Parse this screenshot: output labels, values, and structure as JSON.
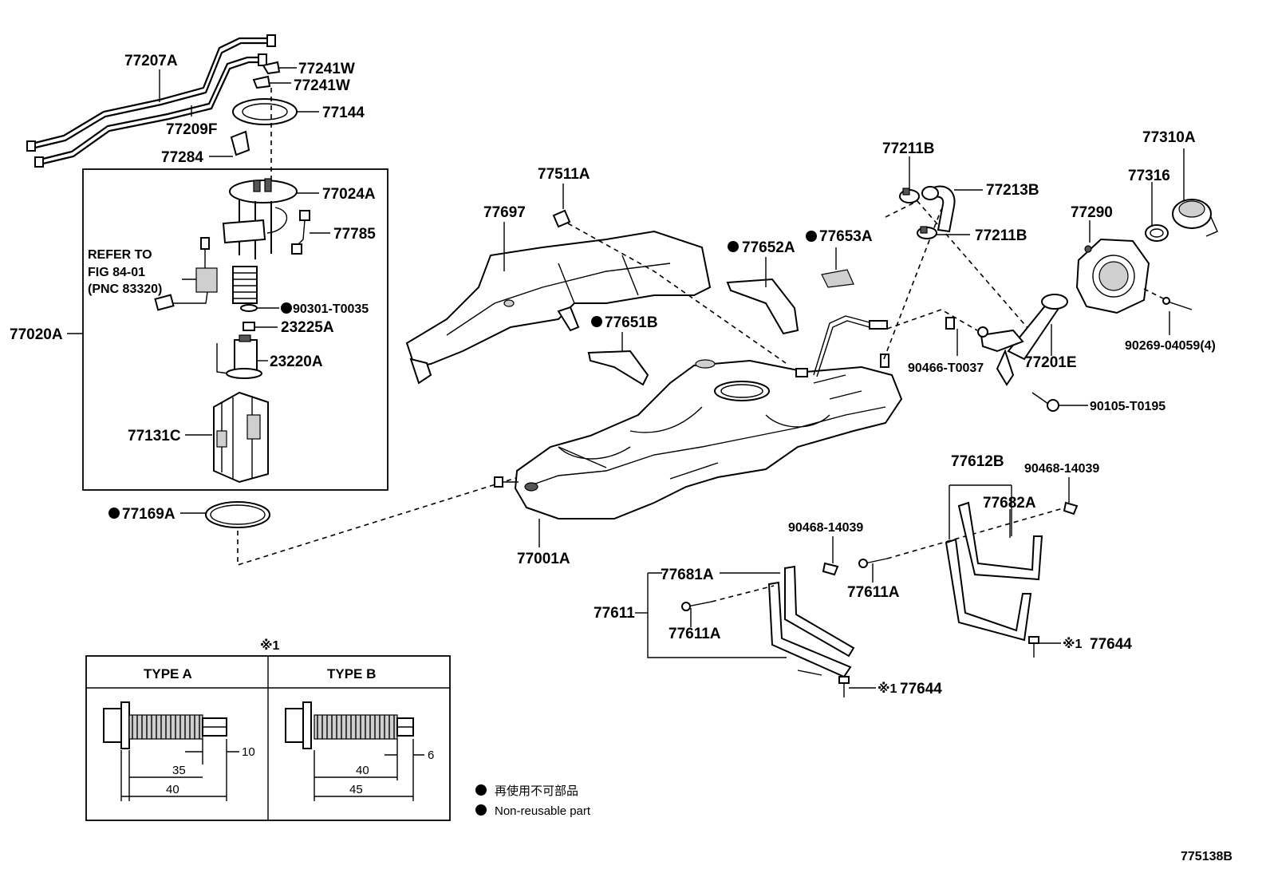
{
  "parts": {
    "p77207A": "77207A",
    "p77209F": "77209F",
    "p77241W_1": "77241W",
    "p77241W_2": "77241W",
    "p77144": "77144",
    "p77284": "77284",
    "p77024A": "77024A",
    "p77785": "77785",
    "p90301": "90301-T0035",
    "p23225A": "23225A",
    "p23220A": "23220A",
    "p77131C": "77131C",
    "p77020A": "77020A",
    "p77169A": "77169A",
    "p77511A": "77511A",
    "p77697": "77697",
    "p77652A": "77652A",
    "p77653A": "77653A",
    "p77651B": "77651B",
    "p77001A": "77001A",
    "p77211B_1": "77211B",
    "p77213B": "77213B",
    "p77211B_2": "77211B",
    "p77310A": "77310A",
    "p77316": "77316",
    "p77290": "77290",
    "p90466": "90466-T0037",
    "p77201E": "77201E",
    "p90269": "90269-04059(4)",
    "p90105": "90105-T0195",
    "p77612B": "77612B",
    "p90468_1": "90468-14039",
    "p77682A": "77682A",
    "p90468_2": "90468-14039",
    "p77681A": "77681A",
    "p77611": "77611",
    "p77611A_1": "77611A",
    "p77611A_2": "77611A",
    "p77644_1": "77644",
    "p77644_2": "77644"
  },
  "refer": {
    "line1": "REFER TO",
    "line2": "FIG 84-01",
    "line3": "(PNC 83320)"
  },
  "note_mark": "※1",
  "note_mark_small": "※1",
  "bolt_table": {
    "type_a": "TYPE A",
    "type_b": "TYPE B",
    "a_dims": [
      "10",
      "35",
      "40"
    ],
    "b_dims": [
      "6",
      "40",
      "45"
    ]
  },
  "legend": {
    "jp": "再使用不可部品",
    "en": "Non-reusable part"
  },
  "figure_id": "775138B"
}
